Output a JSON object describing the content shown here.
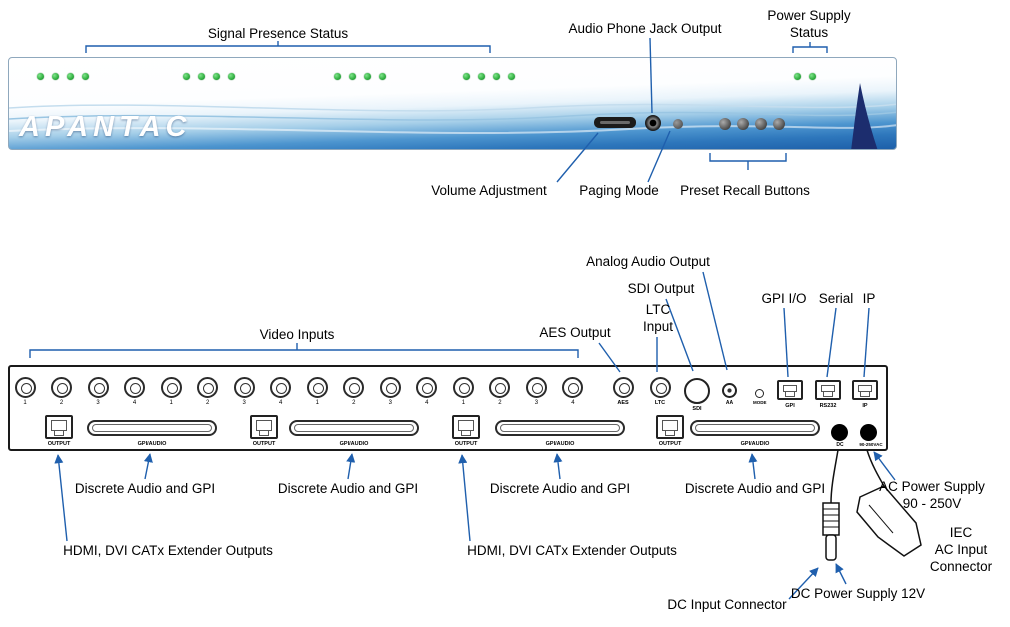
{
  "brand": {
    "logo": "APANTAC"
  },
  "front": {
    "callouts": {
      "signal_presence": "Signal Presence Status",
      "audio_phone_jack": "Audio Phone Jack Output",
      "power_supply_1": "Power Supply",
      "power_supply_2": "Status",
      "volume": "Volume Adjustment",
      "paging": "Paging Mode",
      "preset": "Preset Recall Buttons"
    }
  },
  "rear": {
    "callouts": {
      "video_inputs": "Video Inputs",
      "aes_output": "AES Output",
      "ltc_1": "LTC",
      "ltc_2": "Input",
      "sdi_output": "SDI Output",
      "analog_audio_output": "Analog Audio Output",
      "gpi_io": "GPI I/O",
      "serial": "Serial",
      "ip": "IP",
      "discrete_audio_gpi": "Discrete Audio and GPI",
      "hdmi_outputs": "HDMI, DVI CATx Extender Outputs",
      "dc_input_connector": "DC Input Connector",
      "dc_power_supply": "DC Power Supply 12V",
      "ac_power_supply_1": "AC Power Supply",
      "ac_power_supply_2": "90 - 250V",
      "iec_1": "IEC",
      "iec_2": "AC Input",
      "iec_3": "Connector"
    },
    "ports": {
      "bnc_numbers": [
        "1",
        "2",
        "3",
        "4",
        "1",
        "2",
        "3",
        "4",
        "1",
        "2",
        "3",
        "4",
        "1",
        "2",
        "3",
        "4"
      ],
      "aes": "AES",
      "ltc": "LTC",
      "sdi": "SDI",
      "aa": "AA",
      "mode": "MODE",
      "gpi": "GPI",
      "rs232": "RS232",
      "ip": "IP",
      "output": "OUTPUT",
      "gpi_audio": "GPI/AUDIO",
      "dc": "DC",
      "ac": "90-250VAC"
    }
  },
  "colors": {
    "callout_line": "#1f5fad",
    "panel_blue": "#2e77bc",
    "led_green": "#2fae3f"
  }
}
